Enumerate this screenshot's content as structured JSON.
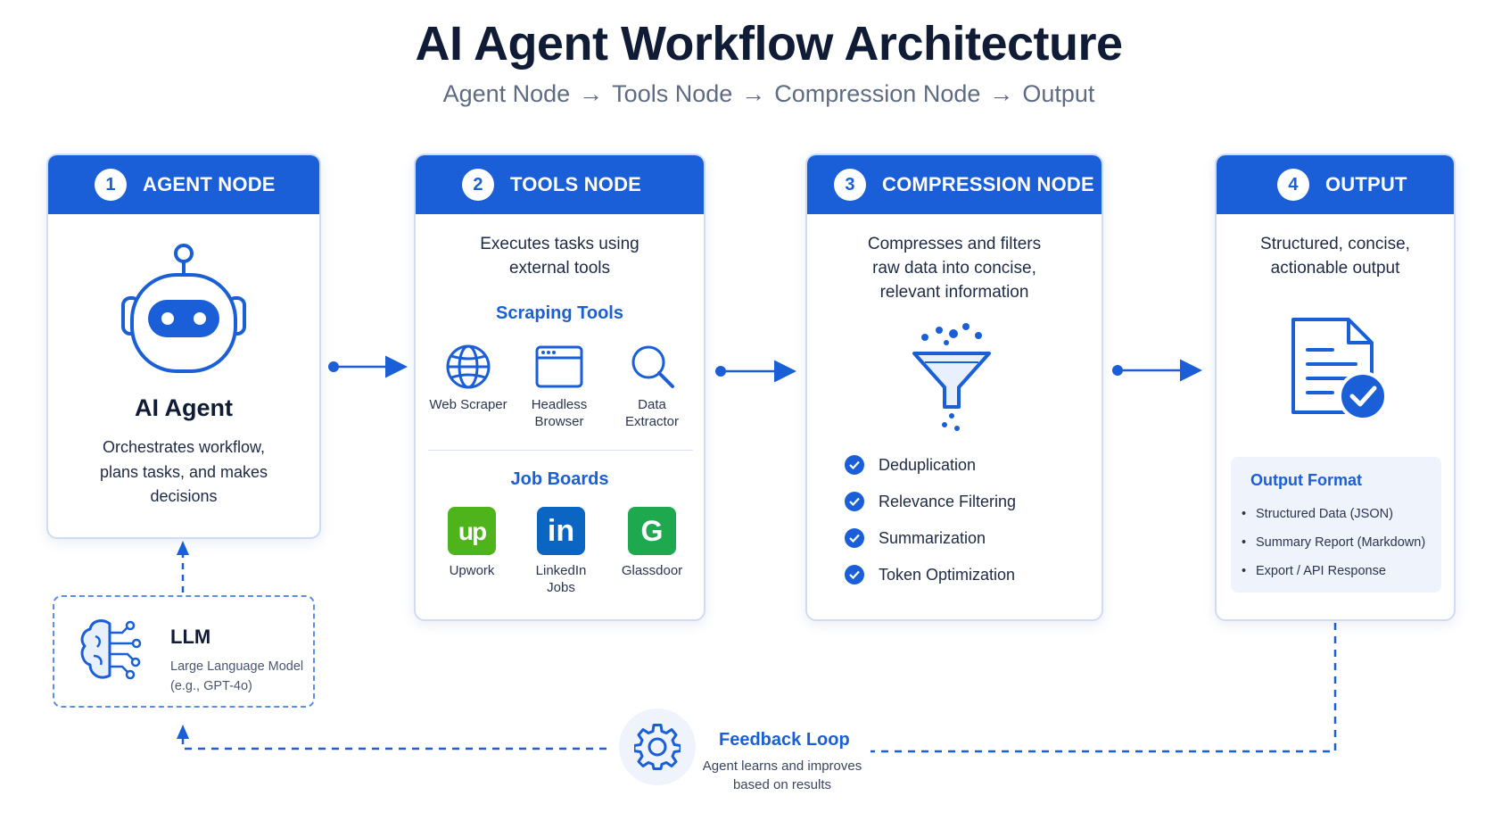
{
  "header": {
    "title": "AI Agent Workflow Architecture",
    "flow": [
      "Agent Node",
      "Tools Node",
      "Compression Node",
      "Output"
    ]
  },
  "colors": {
    "accent": "#1a5fd8",
    "card_border": "#cfdcf4",
    "upwork": "#4fb31c",
    "linkedin": "#0a66c2",
    "glassdoor": "#1ea94e"
  },
  "nodes": {
    "agent": {
      "number": "1",
      "title": "AGENT NODE",
      "icon": "robot-icon",
      "name": "AI Agent",
      "desc": [
        "Orchestrates workflow,",
        "plans tasks, and makes",
        "decisions"
      ]
    },
    "tools": {
      "number": "2",
      "title": "TOOLS NODE",
      "desc": [
        "Executes tasks using",
        "external tools"
      ],
      "scraping_title": "Scraping Tools",
      "scraping": [
        {
          "label1": "Web Scraper",
          "label2": "",
          "icon": "globe-icon"
        },
        {
          "label1": "Headless",
          "label2": "Browser",
          "icon": "browser-window-icon"
        },
        {
          "label1": "Data",
          "label2": "Extractor",
          "icon": "magnifier-icon"
        }
      ],
      "boards_title": "Job Boards",
      "boards": [
        {
          "label1": "Upwork",
          "label2": "",
          "logo_text": "up"
        },
        {
          "label1": "LinkedIn",
          "label2": "Jobs",
          "logo_text": "in"
        },
        {
          "label1": "Glassdoor",
          "label2": "",
          "logo_text": "G"
        }
      ]
    },
    "compression": {
      "number": "3",
      "title": "COMPRESSION NODE",
      "icon": "funnel-icon",
      "desc": [
        "Compresses and filters",
        "raw data into concise,",
        "relevant information"
      ],
      "checklist": [
        "Deduplication",
        "Relevance Filtering",
        "Summarization",
        "Token Optimization"
      ]
    },
    "output": {
      "number": "4",
      "title": "OUTPUT",
      "icon": "document-check-icon",
      "desc": [
        "Structured, concise,",
        "actionable output"
      ],
      "format_title": "Output Format",
      "formats": [
        "Structured Data (JSON)",
        "Summary Report (Markdown)",
        "Export / API Response"
      ]
    }
  },
  "llm": {
    "title": "LLM",
    "line1": "Large Language Model",
    "line2": "(e.g., GPT-4o)",
    "icon": "brain-circuit-icon"
  },
  "feedback": {
    "title": "Feedback Loop",
    "line1": "Agent learns and improves",
    "line2": "based on results",
    "icon": "gear-icon"
  }
}
